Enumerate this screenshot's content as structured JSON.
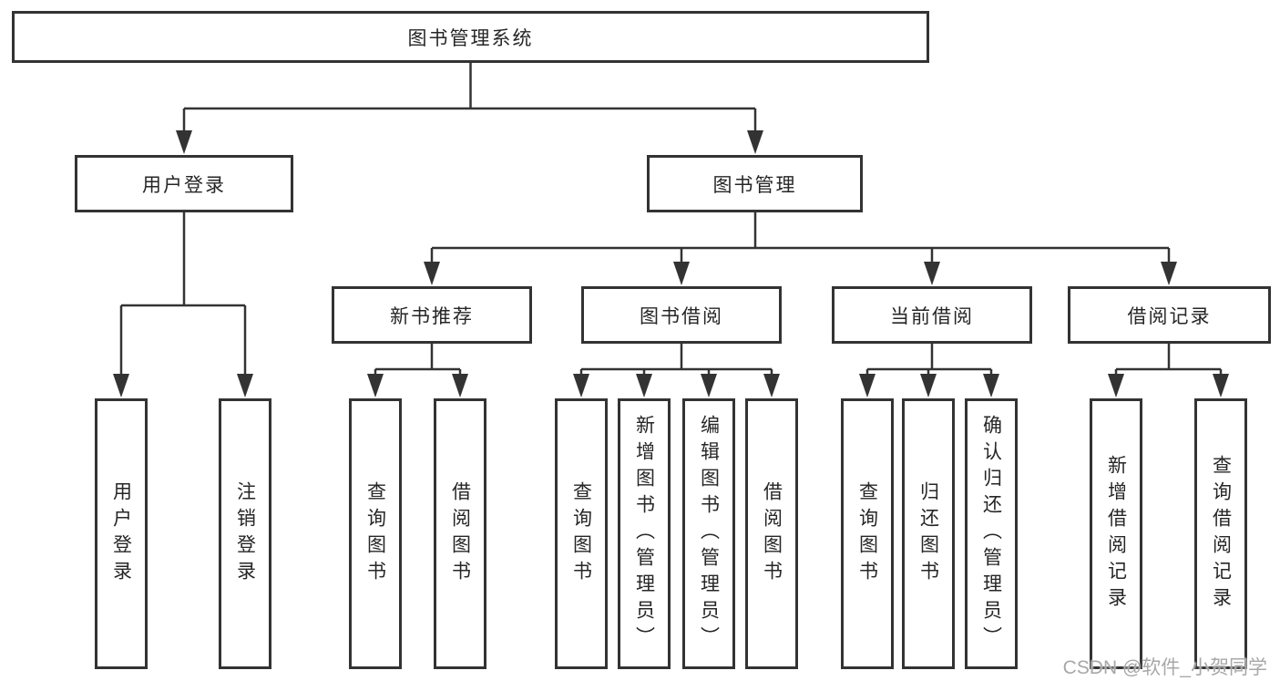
{
  "diagram": {
    "root": {
      "label": "图书管理系统"
    },
    "level2": [
      {
        "label": "用户登录"
      },
      {
        "label": "图书管理"
      }
    ],
    "level3": [
      {
        "label": "新书推荐"
      },
      {
        "label": "图书借阅"
      },
      {
        "label": "当前借阅"
      },
      {
        "label": "借阅记录"
      }
    ],
    "leaves": [
      {
        "label": "用户登录"
      },
      {
        "label": "注销登录"
      },
      {
        "label": "查询图书"
      },
      {
        "label": "借阅图书"
      },
      {
        "label": "查询图书"
      },
      {
        "label": "新增图书（管理员）"
      },
      {
        "label": "编辑图书（管理员）"
      },
      {
        "label": "借阅图书"
      },
      {
        "label": "查询图书"
      },
      {
        "label": "归还图书"
      },
      {
        "label": "确认归还（管理员）"
      },
      {
        "label": "新增借阅记录"
      },
      {
        "label": "查询借阅记录"
      }
    ]
  },
  "watermark": "CSDN @软件_小贺同学",
  "colors": {
    "line": "#333333",
    "text": "#262626",
    "watermark": "#a8a8a8",
    "background": "#ffffff"
  }
}
